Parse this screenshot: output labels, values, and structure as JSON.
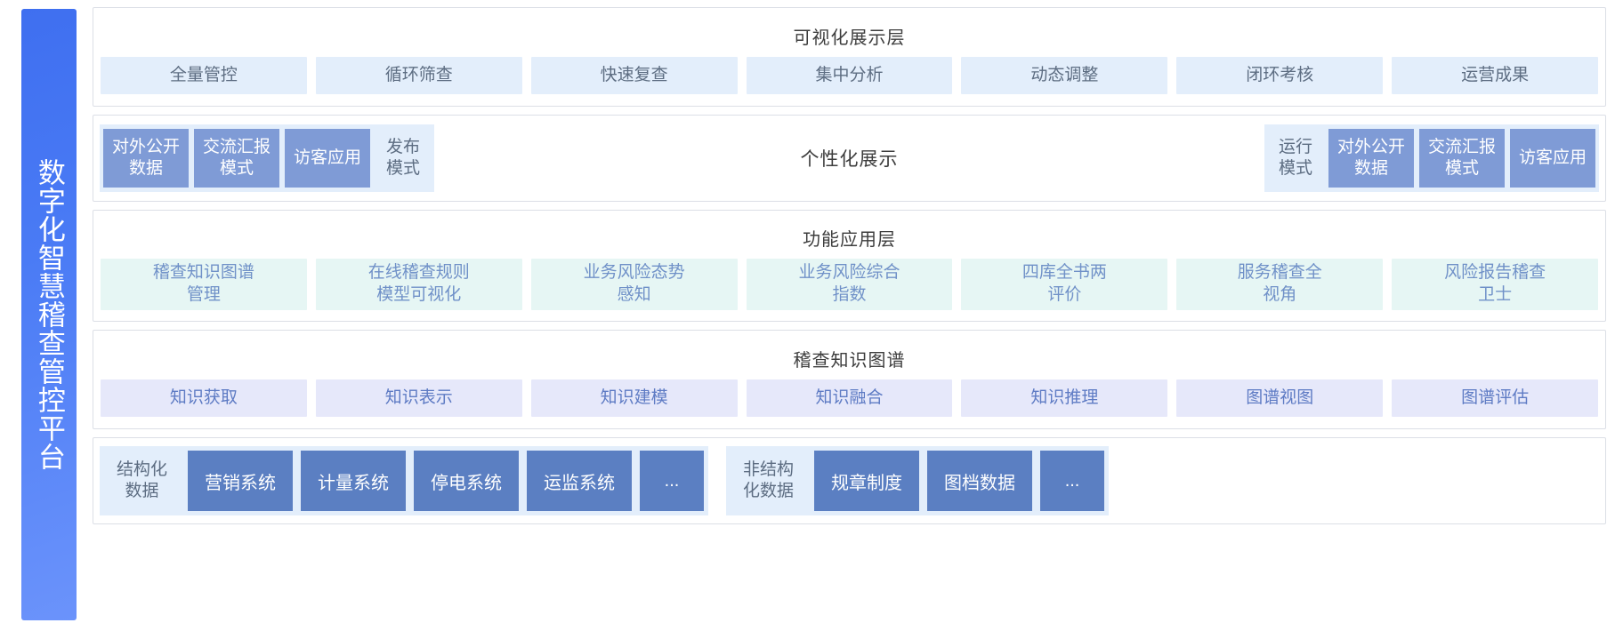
{
  "sidebar": {
    "title": "数字化智慧稽查管控平台"
  },
  "colors": {
    "sidebar_gradient_start": "#3f6ff0",
    "sidebar_gradient_end": "#6b93fb",
    "chip_blue_bg": "#e3eefb",
    "chip_blue_text": "#5d6d82",
    "mode_solid_bg": "#7f9bd6",
    "mode_solid_text": "#ffffff",
    "chip_mint_bg": "#e6f6f4",
    "chip_mint_text": "#7091c8",
    "chip_lavender_bg": "#e6e8fa",
    "chip_lavender_text": "#5e7bc4",
    "data_box_bg": "#5b7fc2",
    "layer_border": "#dcdfe6",
    "layer_title_text": "#3d3d3d"
  },
  "layers": {
    "visualization": {
      "title": "可视化展示层",
      "items": [
        "全量管控",
        "循环筛查",
        "快速复查",
        "集中分析",
        "动态调整",
        "闭环考核",
        "运营成果"
      ]
    },
    "modes": {
      "center_label": "个性化展示",
      "left_group": [
        {
          "label": "对外公开\n数据",
          "style": "solid"
        },
        {
          "label": "交流汇报\n模式",
          "style": "solid"
        },
        {
          "label": "访客应用",
          "style": "solid"
        },
        {
          "label": "发布\n模式",
          "style": "light"
        }
      ],
      "right_group": [
        {
          "label": "运行\n模式",
          "style": "light"
        },
        {
          "label": "对外公开\n数据",
          "style": "solid"
        },
        {
          "label": "交流汇报\n模式",
          "style": "solid"
        },
        {
          "label": "访客应用",
          "style": "solid"
        }
      ]
    },
    "function": {
      "title": "功能应用层",
      "items": [
        "稽查知识图谱\n管理",
        "在线稽查规则\n模型可视化",
        "业务风险态势\n感知",
        "业务风险综合\n指数",
        "四库全书两\n评价",
        "服务稽查全\n视角",
        "风险报告稽查\n卫士"
      ]
    },
    "knowledge_graph": {
      "title": "稽查知识图谱",
      "items": [
        "知识获取",
        "知识表示",
        "知识建模",
        "知识融合",
        "知识推理",
        "图谱视图",
        "图谱评估"
      ]
    },
    "data_sources": {
      "structured": {
        "label": "结构化\n数据",
        "items": [
          "营销系统",
          "计量系统",
          "停电系统",
          "运监系统",
          "..."
        ]
      },
      "unstructured": {
        "label": "非结构\n化数据",
        "items": [
          "规章制度",
          "图档数据",
          "..."
        ]
      }
    }
  }
}
